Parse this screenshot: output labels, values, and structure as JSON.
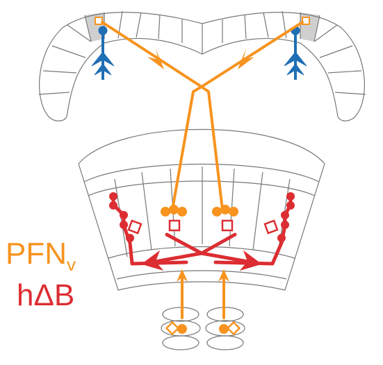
{
  "labels": {
    "pfn_base": "PFN",
    "pfn_sub": "v",
    "hdb": "hΔB"
  },
  "colors": {
    "pfn": "#f7931e",
    "hdb": "#dc2d32",
    "blue_neuron": "#1f6fb5",
    "outline": "#777777",
    "highlight": "#cfcfcf"
  }
}
